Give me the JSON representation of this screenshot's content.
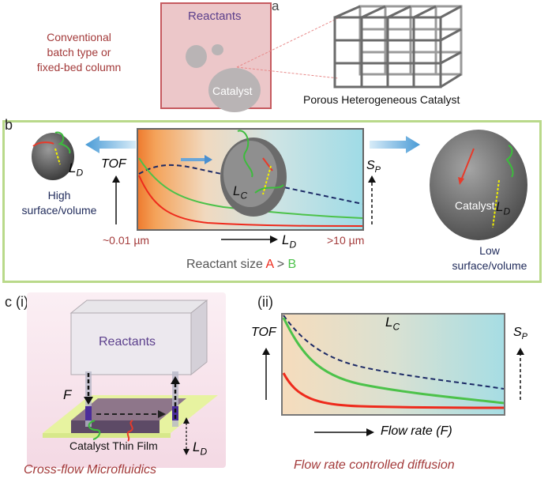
{
  "panel_a": {
    "label": "a",
    "conventional_line1": "Conventional",
    "conventional_line2": "batch type or",
    "conventional_line3": "fixed-bed column",
    "reactants": "Reactants",
    "catalyst": "Catalyst",
    "porous_caption": "Porous Heterogeneous Catalyst"
  },
  "panel_b": {
    "label": "b",
    "ld_left": "L",
    "ld_sub": "D",
    "high_line1": "High",
    "high_line2": "surface/volume",
    "tof": "TOF",
    "lc": "L",
    "lc_sub": "C",
    "sp": "S",
    "sp_sub": "P",
    "size_min": "~0.01 µm",
    "size_max": ">10 µm",
    "ld_axis": "L",
    "ld_axis_sub": "D",
    "reactant_size_prefix": "Reactant size ",
    "reactant_a": "A",
    "reactant_gt": " > ",
    "reactant_b": "B",
    "catalyst_right": "Catalyst",
    "ld_right": "L",
    "ld_right_sub": "D",
    "low_line1": "Low",
    "low_line2": "surface/volume"
  },
  "panel_c": {
    "label": "c",
    "label_i": "(i)",
    "reactants": "Reactants",
    "f_label": "F",
    "thin_film": "Catalyst Thin Film",
    "ld": "L",
    "ld_sub": "D",
    "caption_i": "Cross-flow Microfluidics",
    "label_ii": "(ii)",
    "tof": "TOF",
    "lc": "L",
    "lc_sub": "C",
    "sp": "S",
    "sp_sub": "P",
    "flow_axis": "Flow rate (F)",
    "caption_ii": "Flow rate controlled diffusion"
  },
  "colors": {
    "brand_red": "#a33a3a",
    "purple": "#5b3f8c",
    "navy": "#1f2a5a",
    "green_border": "#b9d98a",
    "curve_red": "#ee2a1c",
    "curve_green": "#4cc24a",
    "curve_navy": "#1c2a66",
    "orange": "#f08a3a",
    "teal": "#a6dde4"
  }
}
